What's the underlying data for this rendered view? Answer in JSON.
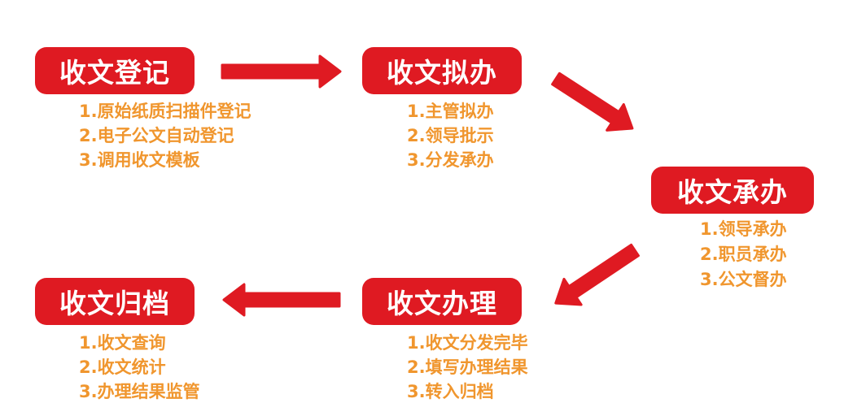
{
  "diagram": {
    "colors": {
      "box_red": "#df1a22",
      "item_orange": "#f0962e",
      "header_text": "#ffffff",
      "background": "#ffffff"
    },
    "stages": [
      {
        "label": "收文登记",
        "items": [
          "1.原始纸质扫描件登记",
          "2.电子公文自动登记",
          "3.调用收文模板"
        ]
      },
      {
        "label": "收文拟办",
        "items": [
          "1.主管拟办",
          "2.领导批示",
          "3.分发承办"
        ]
      },
      {
        "label": "收文承办",
        "items": [
          "1.领导承办",
          "2.职员承办",
          "3.公文督办"
        ]
      },
      {
        "label": "收文办理",
        "items": [
          "1.收文分发完毕",
          "2.填写办理结果",
          "3.转入归档"
        ]
      },
      {
        "label": "收文归档",
        "items": [
          "1.收文查询",
          "2.收文统计",
          "3.办理结果监管"
        ]
      }
    ],
    "arrows": [
      {
        "direction": "right",
        "from": "收文登记",
        "to": "收文拟办"
      },
      {
        "direction": "down-right",
        "from": "收文拟办",
        "to": "收文承办"
      },
      {
        "direction": "down-left",
        "from": "收文承办",
        "to": "收文办理"
      },
      {
        "direction": "left",
        "from": "收文办理",
        "to": "收文归档"
      }
    ]
  }
}
